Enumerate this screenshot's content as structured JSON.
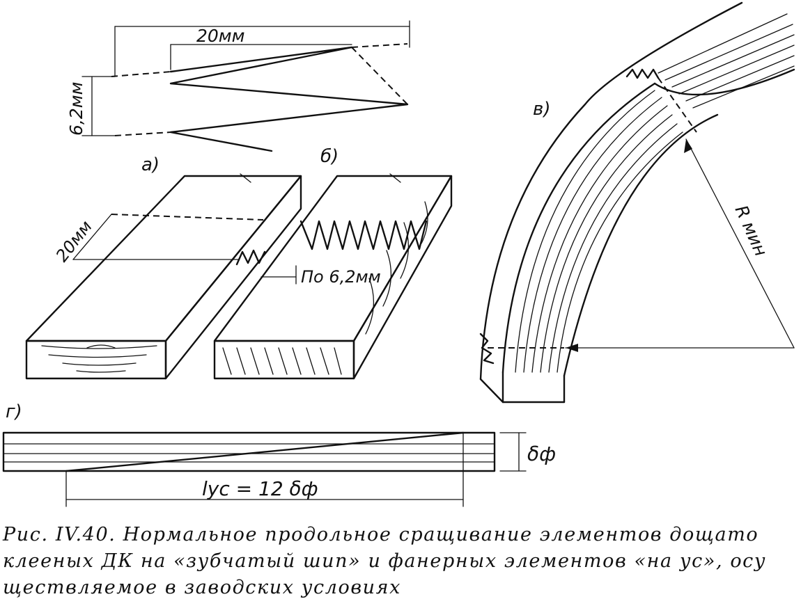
{
  "panels": {
    "a": {
      "label": "а)",
      "dim_width": "20мм",
      "dim_height": "6,2мм"
    },
    "b": {
      "label": "б)",
      "dim_width": "20мм",
      "dim_pitch": "По 6,2мм"
    },
    "c": {
      "label": "в)",
      "dim_radius": "R мин"
    },
    "d": {
      "label": "г)",
      "dim_thickness": "δф",
      "dim_length": "lус = 12 δф"
    }
  },
  "caption": {
    "line1": "Рис. IV.40. Нормальное продольное сращивание элементов дощато",
    "line2": "клееных ДК на «зубчатый шип» и фанерных элементов «на ус», осу",
    "line3": "ществляемое в заводских условиях"
  }
}
